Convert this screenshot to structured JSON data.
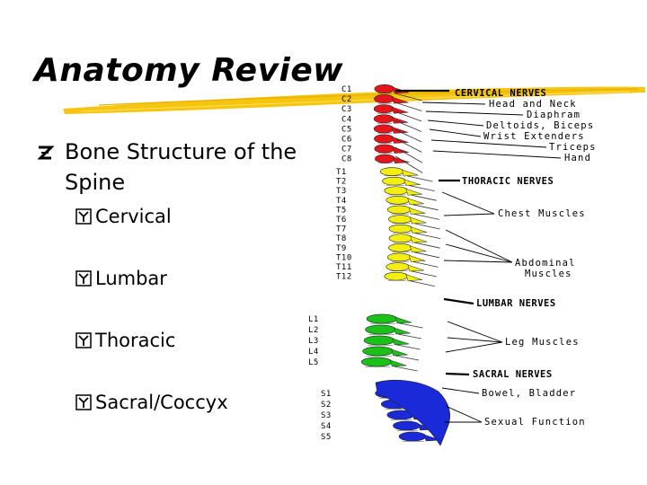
{
  "slide": {
    "title": "Anatomy Review",
    "main_bullet": "Bone Structure of the Spine",
    "sub_bullets": [
      "Cervical",
      "Lumbar",
      "Thoracic",
      "Sacral/Coccyx"
    ]
  },
  "diagram": {
    "cervical_labels": [
      "C1",
      "C2",
      "C3",
      "C4",
      "C5",
      "C6",
      "C7",
      "C8"
    ],
    "thoracic_labels": [
      "T1",
      "T2",
      "T3",
      "T4",
      "T5",
      "T6",
      "T7",
      "T8",
      "T9",
      "T10",
      "T11",
      "T12"
    ],
    "lumbar_labels": [
      "L1",
      "L2",
      "L3",
      "L4",
      "L5"
    ],
    "sacral_labels": [
      "S1",
      "S2",
      "S3",
      "S4",
      "S5"
    ],
    "nerve_headings": {
      "cervical": "CERVICAL NERVES",
      "thoracic": "THORACIC NERVES",
      "lumbar": "LUMBAR NERVES",
      "sacral": "SACRAL NERVES"
    },
    "cervical_functions": [
      "Head and Neck",
      "Diaphram",
      "Deltoids, Biceps",
      "Wrist Extenders",
      "Triceps",
      "Hand"
    ],
    "thoracic_functions": [
      "Chest Muscles",
      "Abdominal",
      "Muscles"
    ],
    "lumbar_functions": [
      "Leg Muscles"
    ],
    "sacral_functions": [
      "Bowel, Bladder",
      "Sexual Function"
    ],
    "colors": {
      "cervical": "#e8141c",
      "thoracic": "#f2ee10",
      "lumbar": "#19c119",
      "sacral": "#1a2ad8",
      "accent": "#f5c200"
    }
  }
}
